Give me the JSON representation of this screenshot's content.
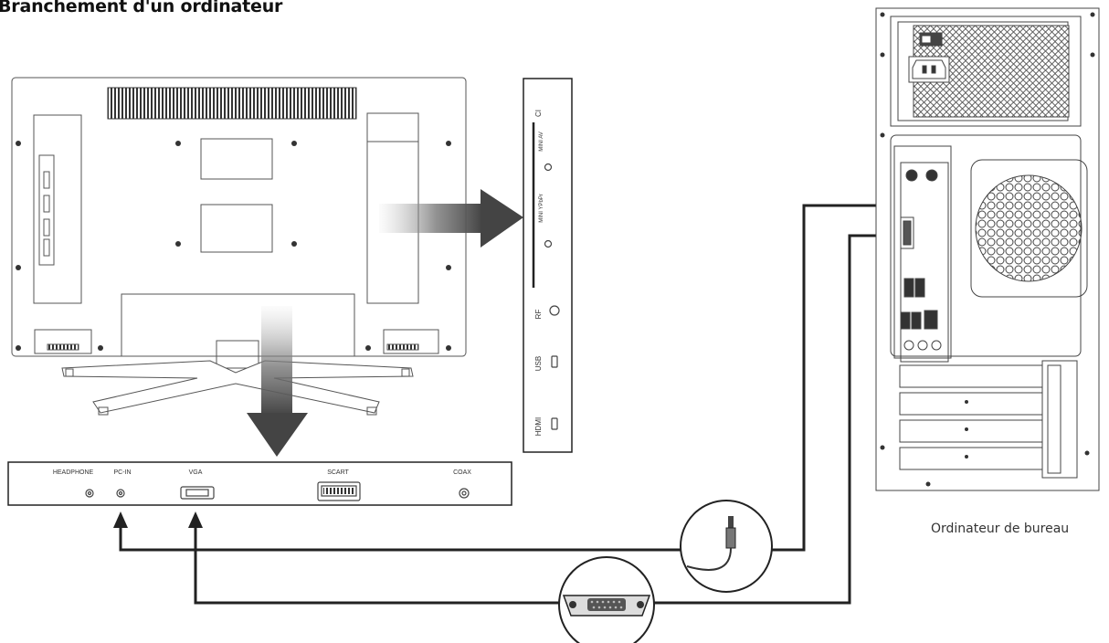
{
  "title": "Branchement d'un ordinateur",
  "computer_caption": "Ordinateur de bureau",
  "bottom_panel_ports": [
    "HEADPHONE",
    "PC-IN",
    "VGA",
    "SCART",
    "COAX"
  ],
  "side_panel_ports": [
    "CI",
    "MINI AV",
    "MINI YPbPr",
    "RF",
    "USB",
    "HDMI"
  ]
}
